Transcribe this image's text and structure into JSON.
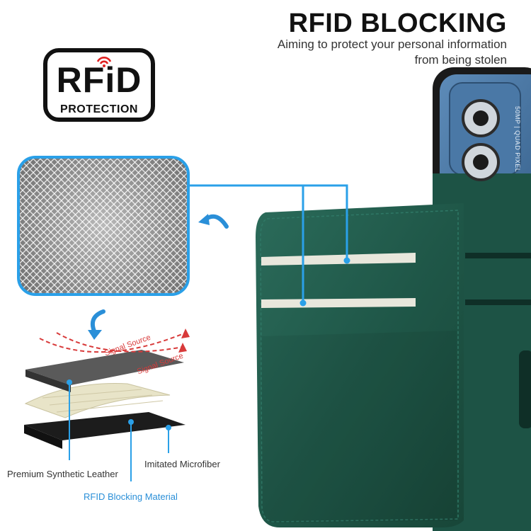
{
  "header": {
    "title": "RFID BLOCKING",
    "subtitle_line1": "Aiming to protect your personal information",
    "subtitle_line2": "from being stolen"
  },
  "badge": {
    "logo_text": "RFiD",
    "caption": "PROTECTION"
  },
  "phone": {
    "camera_text": "50MP | QUAD PIXEL"
  },
  "layers": {
    "signal_label_1": "Signal Source",
    "signal_label_2": "Signal Source",
    "leather_label": "Premium Synthetic Leather",
    "microfiber_label": "Imitated Microfiber",
    "rfid_label": "RFID Blocking Material"
  },
  "colors": {
    "accent_blue": "#2aa0e8",
    "case_green": "#1f5445",
    "signal_red": "#d83a3a",
    "phone_blue": "#3f6e9c"
  }
}
